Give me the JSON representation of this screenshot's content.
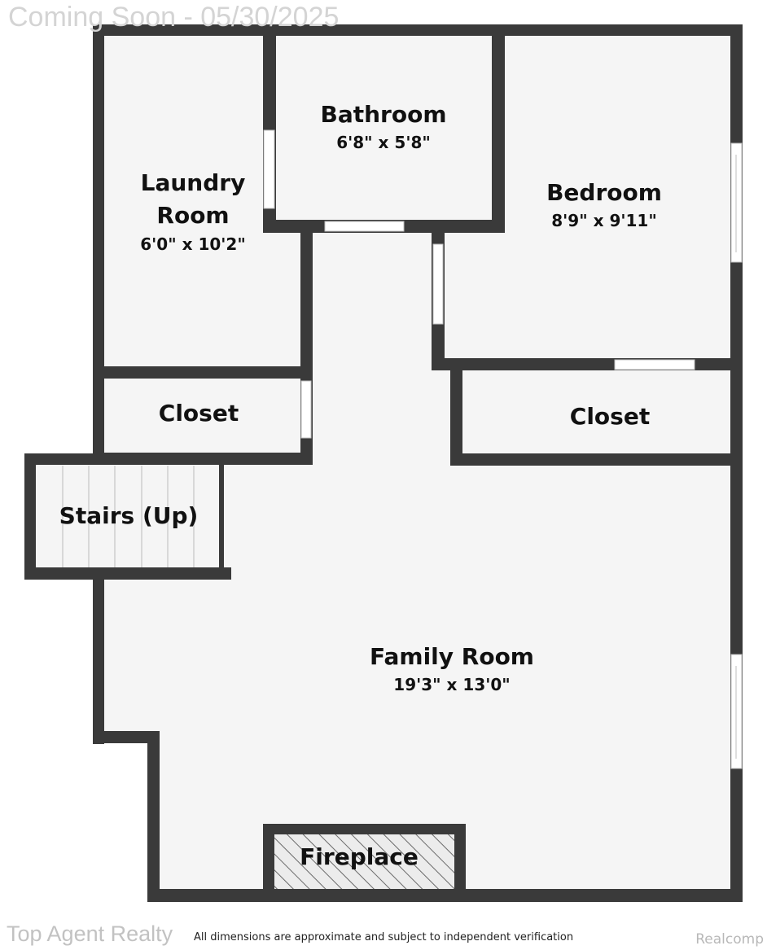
{
  "watermark": "Coming Soon - 05/30/2025",
  "rooms": [
    {
      "name": "Bathroom",
      "dimensions": "6'8\" x 5'8\""
    },
    {
      "name_line1": "Laundry",
      "name_line2": "Room",
      "dimensions": "6'0\" x 10'2\""
    },
    {
      "name": "Bedroom",
      "dimensions": "8'9\" x 9'11\""
    },
    {
      "name": "Closet"
    },
    {
      "name": "Closet"
    },
    {
      "name": "Stairs (Up)"
    },
    {
      "name": "Family Room",
      "dimensions": "19'3\" x 13'0\""
    },
    {
      "name": "Fireplace"
    }
  ],
  "footer": {
    "brand": "Top Agent Realty",
    "disclaimer": "All dimensions are approximate and subject to independent verification",
    "mls": "Realcomp"
  },
  "colors": {
    "wall": "#3a3a3a",
    "floor": "#f5f5f5",
    "background": "#ffffff"
  }
}
